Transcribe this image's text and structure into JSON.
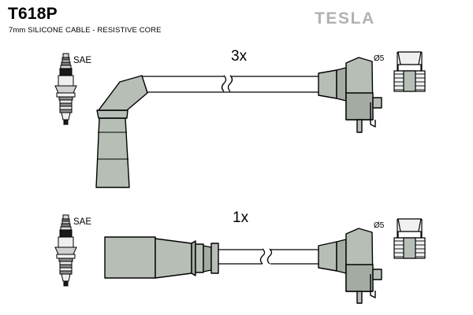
{
  "sheet": {
    "part_number": "T618P",
    "subtitle": "7mm SILICONE CABLE - RESISTIVE CORE",
    "brand": "TESLA",
    "brand_color": "#b2b2b2",
    "background_color": "#ffffff",
    "line_color": "#000000",
    "metal_fill": "#b6beb6",
    "metal_fill_dark": "#a3aba3",
    "plug_dark": "#1a1a1a"
  },
  "assemblies": [
    {
      "id": "upper",
      "quantity_label": "3x",
      "plug_label": "SAE",
      "diameter_label": "Ø5",
      "boot_style": "angled-elbow",
      "has_break_symbol": true
    },
    {
      "id": "lower",
      "quantity_label": "1x",
      "plug_label": "SAE",
      "diameter_label": "Ø5",
      "boot_style": "straight",
      "has_break_symbol": true
    }
  ]
}
